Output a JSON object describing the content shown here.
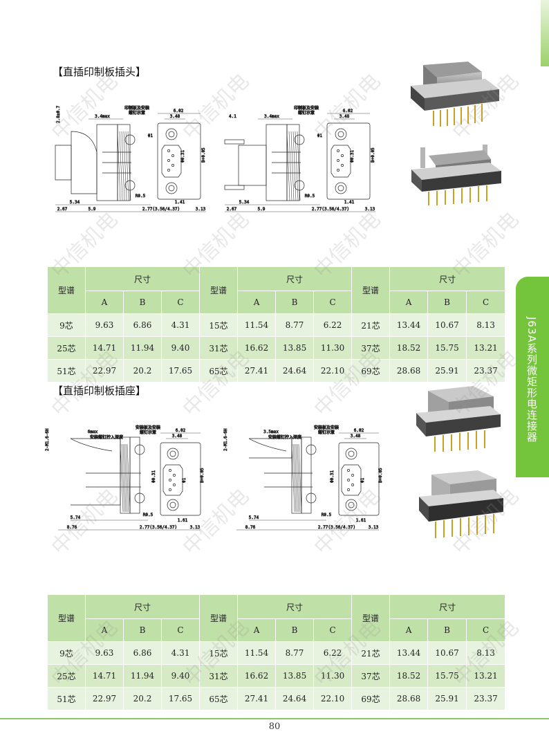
{
  "section1_title": "【直插印制板插头】",
  "section2_title": "【直插印制板插座】",
  "side_tab": "J63A系列微矩形电连接器",
  "watermark": "中信机电",
  "page_number": "80",
  "drawing_labels": {
    "plug_left": {
      "top_left": "2.8±0.7",
      "max": "3.4max",
      "note1": "印制板及安装",
      "note2": "螺钉示意",
      "w1": "6.02",
      "w2": "3.48",
      "d1": "Φ1",
      "d2": "Φ0.31",
      "d3": "B+0.05",
      "r": "R0.5",
      "b1": "5.34",
      "b2": "2.67",
      "b3": "5.9",
      "b4": "2.77(3.56/4.37)",
      "b5": "1.41",
      "b6": "3.13"
    },
    "plug_right": {
      "top_left": "4.1",
      "max": "3.4max",
      "note1": "印制板及安装",
      "note2": "螺钉示意",
      "w1": "6.02",
      "w2": "3.48",
      "d1": "Φ1",
      "d2": "Φ0.31",
      "d3": "B+0.05",
      "r": "R0.5",
      "b1": "5.34",
      "b2": "2.67",
      "b3": "5.9",
      "b4": "2.77(3.56/4.37)",
      "b5": "1.41",
      "b6": "3.13"
    },
    "socket_left": {
      "top_left": "2-M1.6-6H",
      "max": "6max",
      "note0": "安装螺钉拧入深度",
      "note1": "安装板及安装",
      "note2": "螺钉示意",
      "w1": "6.02",
      "w2": "3.48",
      "d1": "Φ1",
      "d2": "Φ0.31",
      "d3": "B+0.05",
      "r": "R0.5",
      "b1": "5.74",
      "b2": "8.76",
      "b4": "2.77(3.56/4.37)",
      "b5": "1.61",
      "b6": "3.13"
    },
    "socket_right": {
      "top_left": "2-M1.6-6H",
      "max": "3.5max",
      "note0": "安装螺钉拧入深度",
      "note1": "安装板及安装",
      "note2": "螺钉示意",
      "w1": "6.02",
      "w2": "3.48",
      "d1": "Φ1",
      "d2": "Φ0.31",
      "d3": "B+0.05",
      "r": "R0.5",
      "b1": "5.74",
      "b2": "8.76",
      "b4": "2.77(3.56/4.37)",
      "b5": "1.61",
      "b6": "3.13"
    }
  },
  "table": {
    "col_model": "型谱",
    "col_size": "尺寸",
    "col_a": "A",
    "col_b": "B",
    "col_c": "C",
    "rows": [
      [
        [
          "9芯",
          "9.63",
          "6.86",
          "4.31"
        ],
        [
          "15芯",
          "11.54",
          "8.77",
          "6.22"
        ],
        [
          "21芯",
          "13.44",
          "10.67",
          "8.13"
        ]
      ],
      [
        [
          "25芯",
          "14.71",
          "11.94",
          "9.40"
        ],
        [
          "31芯",
          "16.62",
          "13.85",
          "11.30"
        ],
        [
          "37芯",
          "18.52",
          "15.75",
          "13.21"
        ]
      ],
      [
        [
          "51芯",
          "22.97",
          "20.2",
          "17.65"
        ],
        [
          "65芯",
          "27.41",
          "24.64",
          "22.10"
        ],
        [
          "69芯",
          "28.68",
          "25.91",
          "23.37"
        ]
      ]
    ]
  },
  "colors": {
    "accent_green": "#74c43c",
    "table_header": "#bfe0a6",
    "table_row_light": "#e8f3df",
    "table_row_dark": "#d6ebc5"
  }
}
